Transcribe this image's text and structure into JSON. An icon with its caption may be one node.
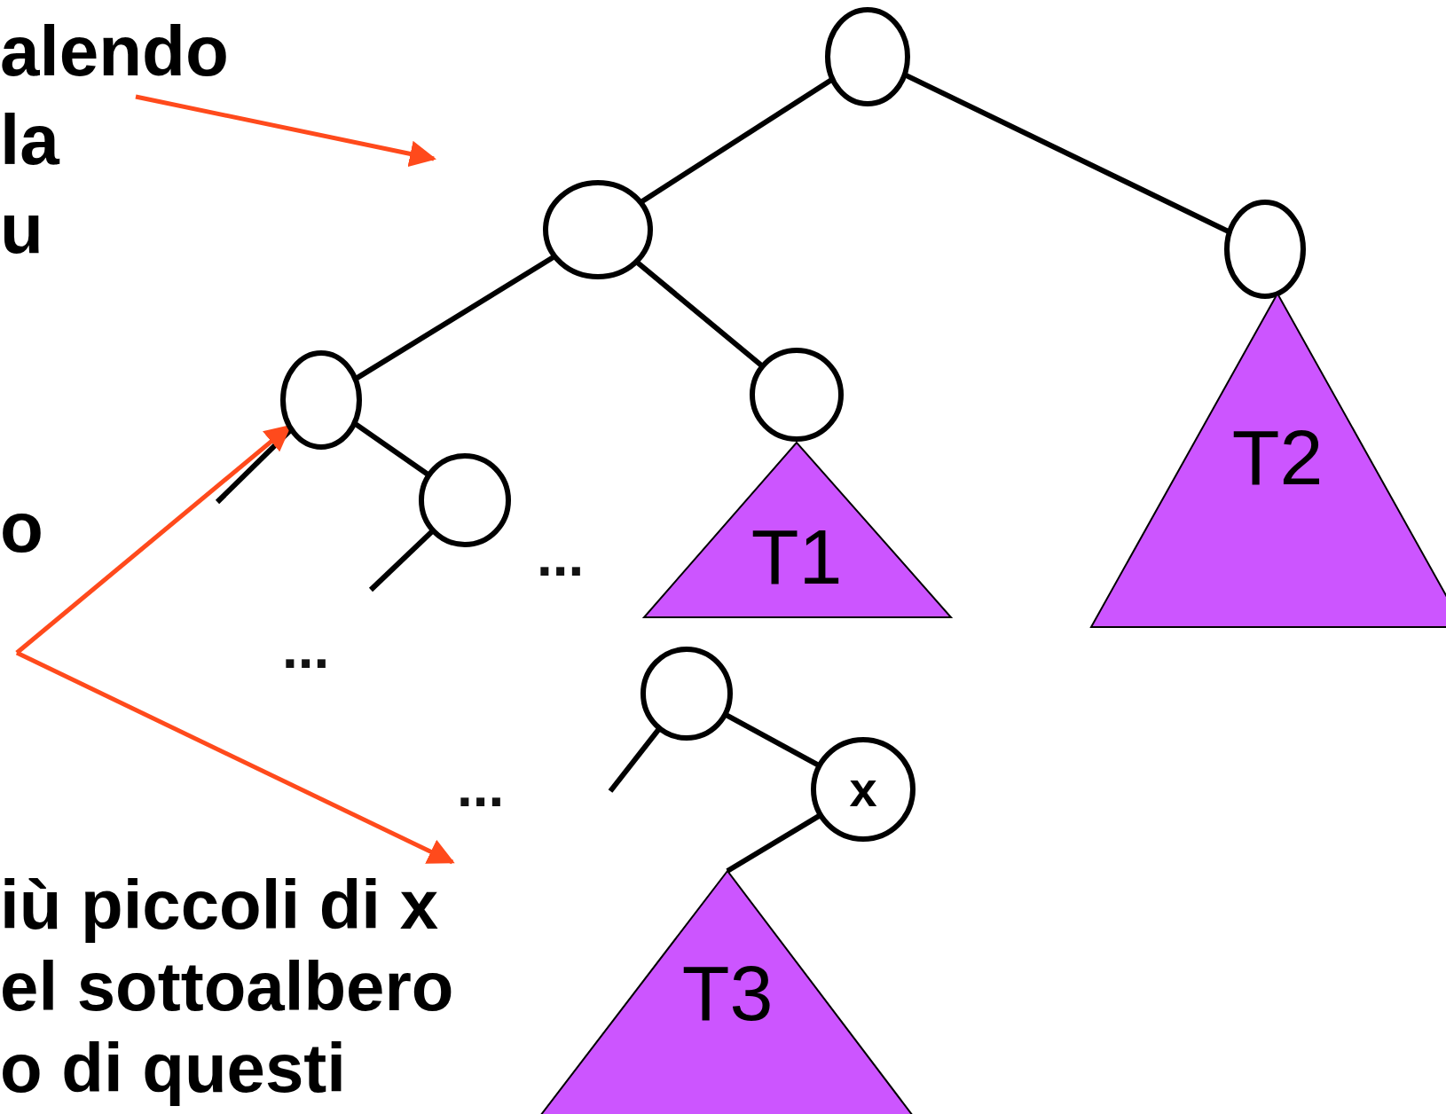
{
  "diagram": {
    "nodes": [
      {
        "text": [],
        "shape": "circle"
      },
      {
        "text": [],
        "shape": "circle"
      },
      {
        "text": [],
        "shape": "circle"
      },
      {
        "text": [],
        "shape": "circle"
      },
      {
        "text": [],
        "shape": "circle"
      },
      {
        "text": [],
        "shape": "circle"
      },
      {
        "text": [
          "T1"
        ]
      },
      {
        "text": [
          "T2"
        ]
      },
      {
        "text": [],
        "shape": "circle"
      },
      {
        "text": [
          "x"
        ]
      },
      {
        "text": [
          "T3"
        ]
      },
      {
        "text": [
          "alendo",
          "la",
          "u"
        ]
      },
      {
        "text": [
          "o"
        ]
      },
      {
        "text": [
          "iù piccoli di x",
          "el sottoalbero",
          "o di questi"
        ]
      }
    ],
    "edges": [
      {
        "from": 0,
        "to": 1,
        "arrow": "none"
      },
      {
        "from": 0,
        "to": 2,
        "arrow": "none"
      },
      {
        "from": 1,
        "to": 3,
        "arrow": "none"
      },
      {
        "from": 1,
        "to": 4,
        "arrow": "none"
      },
      {
        "from": 3,
        "to": 5,
        "arrow": "none"
      },
      {
        "from": 8,
        "to": 9,
        "arrow": "none"
      },
      {
        "from": 9,
        "to": 10,
        "arrow": "none"
      },
      {
        "from": 3,
        "to": null,
        "arrow": "none"
      },
      {
        "from": 5,
        "to": null,
        "arrow": "none"
      },
      {
        "from": 8,
        "to": null,
        "arrow": "none"
      },
      {
        "from": 11,
        "to": null,
        "arrow": "to",
        "color": "#ff4a1c"
      },
      {
        "from": 12,
        "to": 3,
        "arrow": "to",
        "color": "#ff4a1c"
      },
      {
        "from": 12,
        "to": 13,
        "arrow": "to",
        "color": "#ff4a1c"
      }
    ],
    "labels": [
      "...",
      "...",
      "..."
    ]
  }
}
